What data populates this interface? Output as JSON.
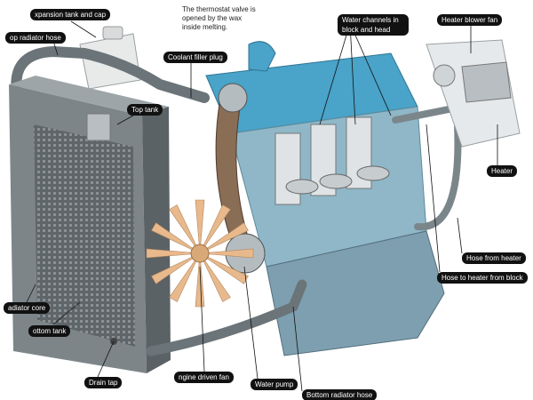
{
  "labels": {
    "expansion_tank": "xpansion tank and cap",
    "top_radiator_hose": "op radiator hose",
    "coolant_filler_plug": "Coolant filler plug",
    "top_tank": "Top tank",
    "water_channels": "Water channels in block and head",
    "heater_blower_fan": "Heater blower fan",
    "heater": "Heater",
    "hose_from_heater": "Hose from heater",
    "hose_to_heater": "Hose to heater from block",
    "radiator_core": "adiator core",
    "bottom_tank": "ottom tank",
    "drain_tap": "Drain tap",
    "engine_driven_fan": "ngine driven fan",
    "water_pump": "Water pump",
    "bottom_radiator_hose": "Bottom radiator hose"
  },
  "note": {
    "line1": "The thermostat valve is",
    "line2": "opened by the wax",
    "line3": "inside melting."
  },
  "colors": {
    "head_blue": "#4aa3c8",
    "block_blue": "#7aaec4",
    "radiator_grey": "#6d7478",
    "label_bg": "#111111"
  }
}
